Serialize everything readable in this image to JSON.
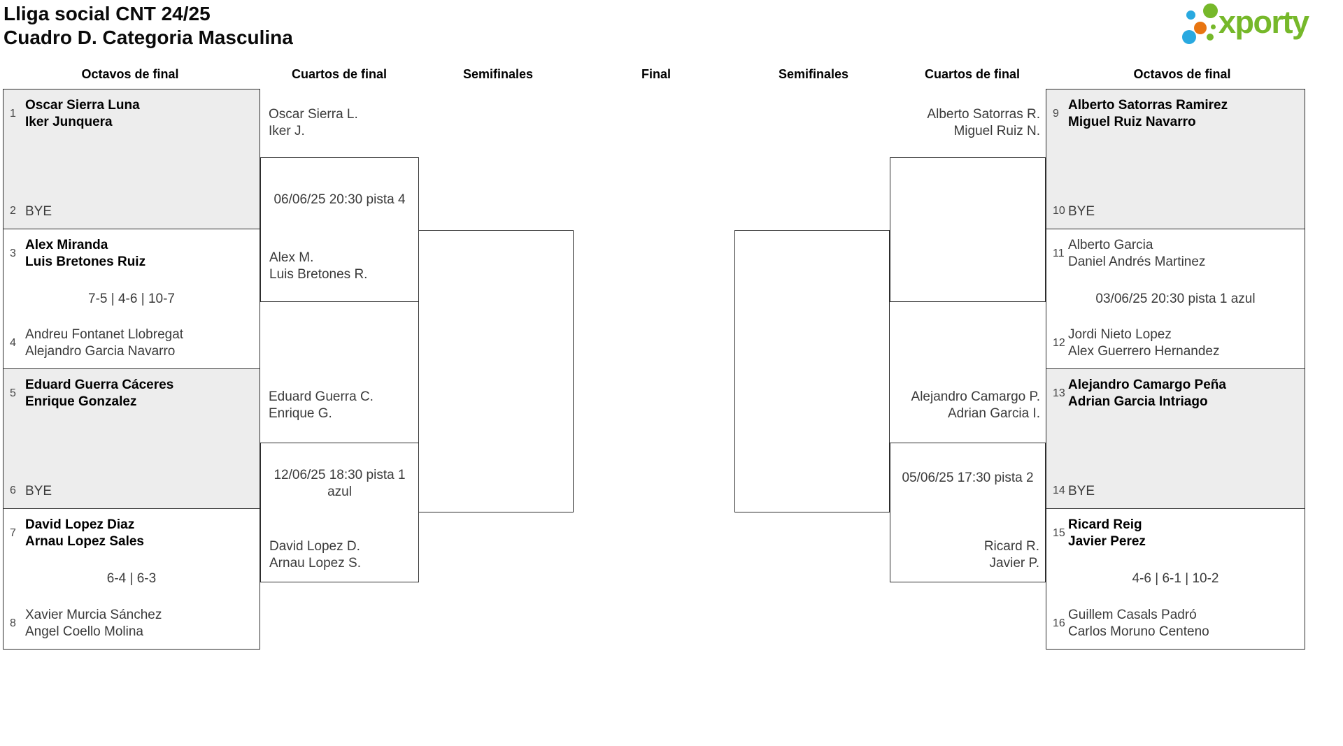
{
  "title": {
    "line1": "Lliga social CNT 24/25",
    "line2": "Cuadro D. Categoria Masculina"
  },
  "logo": {
    "text": "xporty"
  },
  "round_headers": {
    "r1": "Octavos de final",
    "r2": "Cuartos de final",
    "r3": "Semifinales",
    "r4": "Final",
    "r5": "Semifinales",
    "r6": "Cuartos de final",
    "r7": "Octavos de final"
  },
  "left_octavos": {
    "m1": {
      "seed_top": "1",
      "top1": "Oscar Sierra Luna",
      "top2": "Iker Junquera",
      "seed_bottom": "2",
      "bottom1": "BYE"
    },
    "m2": {
      "seed_top": "3",
      "top1": "Alex Miranda",
      "top2": "Luis Bretones Ruiz",
      "center": "7-5 | 4-6 | 10-7",
      "seed_bottom": "4",
      "bottom1": "Andreu Fontanet Llobregat",
      "bottom2": "Alejandro Garcia Navarro"
    },
    "m3": {
      "seed_top": "5",
      "top1": "Eduard Guerra Cáceres",
      "top2": "Enrique Gonzalez",
      "seed_bottom": "6",
      "bottom1": "BYE"
    },
    "m4": {
      "seed_top": "7",
      "top1": "David Lopez Diaz",
      "top2": "Arnau Lopez Sales",
      "center": "6-4 | 6-3",
      "seed_bottom": "8",
      "bottom1": "Xavier Murcia Sánchez",
      "bottom2": "Angel Coello Molina"
    }
  },
  "left_quarters": {
    "m1": {
      "top1": "Oscar Sierra L.",
      "top2": "Iker J.",
      "schedule": "06/06/25 20:30 pista 4",
      "bottom1": "Alex M.",
      "bottom2": "Luis Bretones R."
    },
    "m2": {
      "top1": "Eduard Guerra C.",
      "top2": "Enrique G.",
      "schedule": "12/06/25 18:30 pista 1 azul",
      "bottom1": "David Lopez D.",
      "bottom2": "Arnau Lopez S."
    }
  },
  "right_quarters": {
    "m1": {
      "top1": "Alberto Satorras R.",
      "top2": "Miguel Ruiz N."
    },
    "m2": {
      "top1": "Alejandro Camargo P.",
      "top2": "Adrian Garcia I.",
      "schedule": "05/06/25 17:30 pista 2",
      "bottom1": "Ricard R.",
      "bottom2": "Javier P."
    }
  },
  "right_octavos": {
    "m1": {
      "seed_top": "9",
      "top1": "Alberto Satorras Ramirez",
      "top2": "Miguel Ruiz Navarro",
      "seed_bottom": "10",
      "bottom1": "BYE"
    },
    "m2": {
      "seed_top": "11",
      "top1": "Alberto Garcia",
      "top2": "Daniel Andrés Martinez",
      "center": "03/06/25 20:30 pista 1 azul",
      "seed_bottom": "12",
      "bottom1": "Jordi Nieto Lopez",
      "bottom2": "Alex Guerrero Hernandez"
    },
    "m3": {
      "seed_top": "13",
      "top1": "Alejandro Camargo Peña",
      "top2": "Adrian Garcia Intriago",
      "seed_bottom": "14",
      "bottom1": "BYE"
    },
    "m4": {
      "seed_top": "15",
      "top1": "Ricard Reig",
      "top2": "Javier Perez",
      "center": "4-6 | 6-1 | 10-2",
      "seed_bottom": "16",
      "bottom1": "Guillem Casals Padró",
      "bottom2": "Carlos Moruno Centeno"
    }
  },
  "colors": {
    "logo_green": "#76B82A",
    "logo_blue": "#29A9E0",
    "logo_orange": "#E87511",
    "box_gray": "#EDEDED",
    "border": "#2D2D2D"
  }
}
